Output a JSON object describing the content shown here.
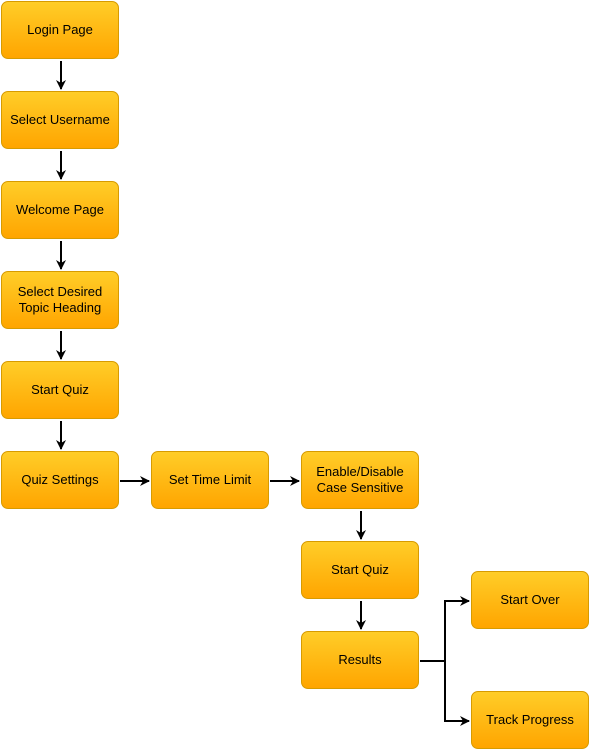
{
  "colors": {
    "node_fill_top": "#ffcd28",
    "node_fill_bottom": "#ffa500",
    "node_border": "#d79b00",
    "edge": "#000000",
    "text": "#000000"
  },
  "nodes": {
    "login_page": "Login Page",
    "select_username": "Select Username",
    "welcome_page": "Welcome Page",
    "select_topic": "Select Desired\nTopic Heading",
    "start_quiz_1": "Start Quiz",
    "quiz_settings": "Quiz Settings",
    "set_time_limit": "Set Time Limit",
    "case_sensitive": "Enable/Disable\nCase Sensitive",
    "start_quiz_2": "Start Quiz",
    "results": "Results",
    "start_over": "Start Over",
    "track_progress": "Track Progress"
  },
  "edges": [
    {
      "from": "login_page",
      "to": "select_username"
    },
    {
      "from": "select_username",
      "to": "welcome_page"
    },
    {
      "from": "welcome_page",
      "to": "select_topic"
    },
    {
      "from": "select_topic",
      "to": "start_quiz_1"
    },
    {
      "from": "start_quiz_1",
      "to": "quiz_settings"
    },
    {
      "from": "quiz_settings",
      "to": "set_time_limit"
    },
    {
      "from": "set_time_limit",
      "to": "case_sensitive"
    },
    {
      "from": "case_sensitive",
      "to": "start_quiz_2"
    },
    {
      "from": "start_quiz_2",
      "to": "results"
    },
    {
      "from": "results",
      "to": "start_over"
    },
    {
      "from": "results",
      "to": "track_progress"
    }
  ]
}
